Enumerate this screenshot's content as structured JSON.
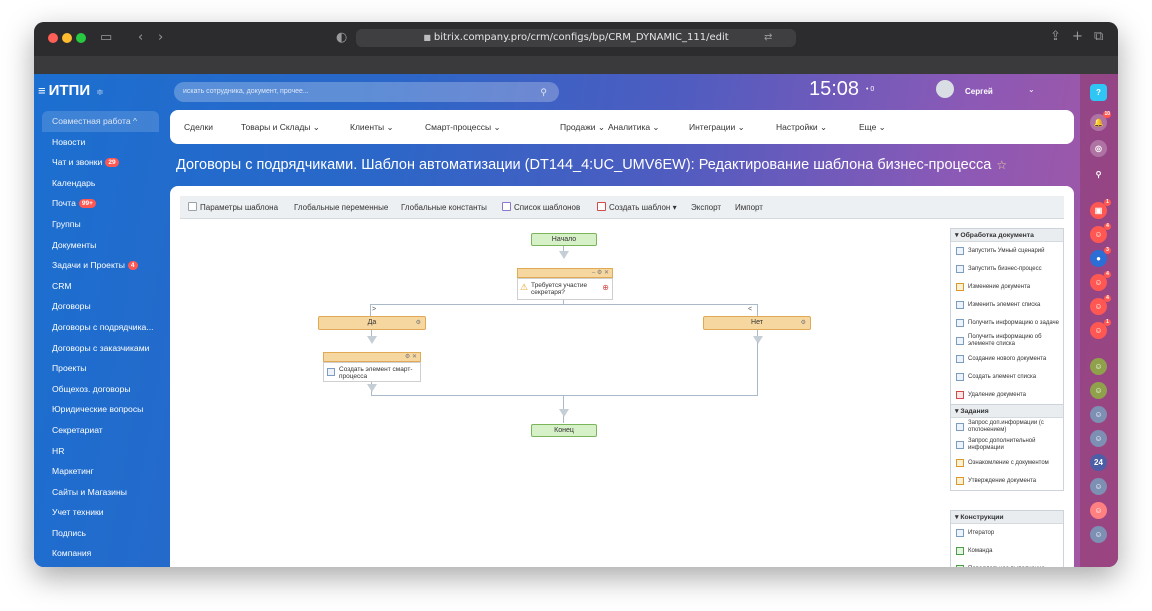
{
  "browser": {
    "url": "bitrix.company.pro/crm/configs/bp/CRM_DYNAMIC_111/edit"
  },
  "sidebar": {
    "logo": "ИТПИ",
    "items": [
      {
        "label": "Совместная работа ^",
        "badge": ""
      },
      {
        "label": "Новости",
        "badge": ""
      },
      {
        "label": "Чат и звонки",
        "badge": "29"
      },
      {
        "label": "Календарь",
        "badge": ""
      },
      {
        "label": "Почта",
        "badge": "99+"
      },
      {
        "label": "Группы",
        "badge": ""
      },
      {
        "label": "Документы",
        "badge": ""
      },
      {
        "label": "Задачи и Проекты",
        "badge": "4"
      },
      {
        "label": "CRM",
        "badge": ""
      },
      {
        "label": "Договоры",
        "badge": ""
      },
      {
        "label": "Договоры с подрядчика...",
        "badge": ""
      },
      {
        "label": "Договоры с заказчиками",
        "badge": ""
      },
      {
        "label": "Проекты",
        "badge": ""
      },
      {
        "label": "Общехоз. договоры",
        "badge": ""
      },
      {
        "label": "Юридические вопросы",
        "badge": ""
      },
      {
        "label": "Секретариат",
        "badge": ""
      },
      {
        "label": "HR",
        "badge": ""
      },
      {
        "label": "Маркетинг",
        "badge": ""
      },
      {
        "label": "Сайты и Магазины",
        "badge": ""
      },
      {
        "label": "Учет техники",
        "badge": ""
      },
      {
        "label": "Подпись",
        "badge": ""
      },
      {
        "label": "Компания",
        "badge": ""
      }
    ]
  },
  "header": {
    "search_placeholder": "искать сотрудника, документ, прочее...",
    "clock": "15:08",
    "clock_indicator": "• 0",
    "user_name": "Сергей"
  },
  "topnav": [
    "Сделки",
    "Товары и Склады ⌄",
    "Клиенты ⌄",
    "Смарт-процессы ⌄",
    "Продажи ⌄",
    "Аналитика ⌄",
    "Интеграции ⌄",
    "Настройки ⌄",
    "Еще ⌄"
  ],
  "page_title": "Договоры с подрядчиками. Шаблон автоматизации (DT144_4:UC_UMV6EW): Редактирование шаблона бизнес-процесса",
  "toolbar": {
    "params": "Параметры шаблона",
    "global_vars": "Глобальные переменные",
    "global_consts": "Глобальные константы",
    "templates_list": "Список шаблонов",
    "create_template": "Создать шаблон ▾",
    "export": "Экспорт",
    "import": "Импорт"
  },
  "workflow": {
    "start": "Начало",
    "condition": "Требуется участие секретаря?",
    "branch_yes": "Да",
    "branch_no": "Нет",
    "action": "Создать элемент смарт-процесса",
    "end": "Конец"
  },
  "panel": {
    "sections": [
      {
        "title": "Обработка документа",
        "items": [
          "Запустить Умный сценарий",
          "Запустить бизнес-процесс",
          "Изменение документа",
          "Изменить элемент списка",
          "Получить информацию о задаче",
          "Получить информацию об элементе списка",
          "Создание нового документа",
          "Создать элемент списка",
          "Удаление документа"
        ]
      },
      {
        "title": "Задания",
        "items": [
          "Запрос доп.информации (с отклонением)",
          "Запрос дополнительной информации",
          "Ознакомление с документом",
          "Утверждение документа"
        ]
      },
      {
        "title": "Конструкции",
        "items": [
          "Итератор",
          "Команда",
          "Параллельное выполнение"
        ]
      }
    ]
  },
  "right_rail": {
    "badges": [
      "10",
      "1",
      "4",
      "3",
      "4",
      "4",
      "1",
      "24"
    ]
  }
}
